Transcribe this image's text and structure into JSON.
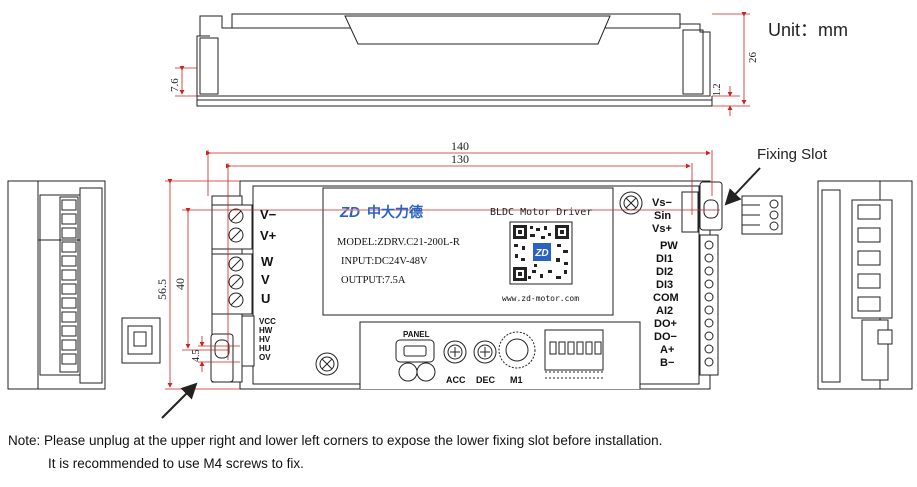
{
  "unit_label": "Unit：mm",
  "fixing_slot_label": "Fixing Slot",
  "dimensions": {
    "top_height": "26",
    "top_side": "7.6",
    "top_flange": "1.2",
    "overall_length": "140",
    "slot_pitch": "130",
    "front_height": "56.5",
    "slot_vertical": "40",
    "slot_width": "4.5"
  },
  "power_terminal": [
    "V−",
    "V+"
  ],
  "motor_terminal": [
    "W",
    "V",
    "U"
  ],
  "hall_terminal": [
    "VCC",
    "HW",
    "HV",
    "HU",
    "OV"
  ],
  "signal_terminal_top": [
    "Vs−",
    "Sin",
    "Vs+"
  ],
  "control_terminal": [
    "PW",
    "DI1",
    "DI2",
    "DI3",
    "COM",
    "AI2",
    "DO+",
    "DO−",
    "A+",
    "B−"
  ],
  "label_panel": {
    "brand": "中大力德",
    "product": "BLDC Motor Driver",
    "model": "MODEL:ZDRV.C21-200L-R",
    "input": "INPUT:DC24V-48V",
    "output": "OUTPUT:7.5A",
    "website": "www.zd-motor.com"
  },
  "bottom_panel": {
    "panel": "PANEL",
    "acc": "ACC",
    "dec": "DEC",
    "m1": "M1"
  },
  "notes": {
    "line1": "Note: Please unplug at the upper right and lower left corners to expose the lower fixing slot before installation.",
    "line2": "It is recommended to use M4 screws to fix."
  }
}
